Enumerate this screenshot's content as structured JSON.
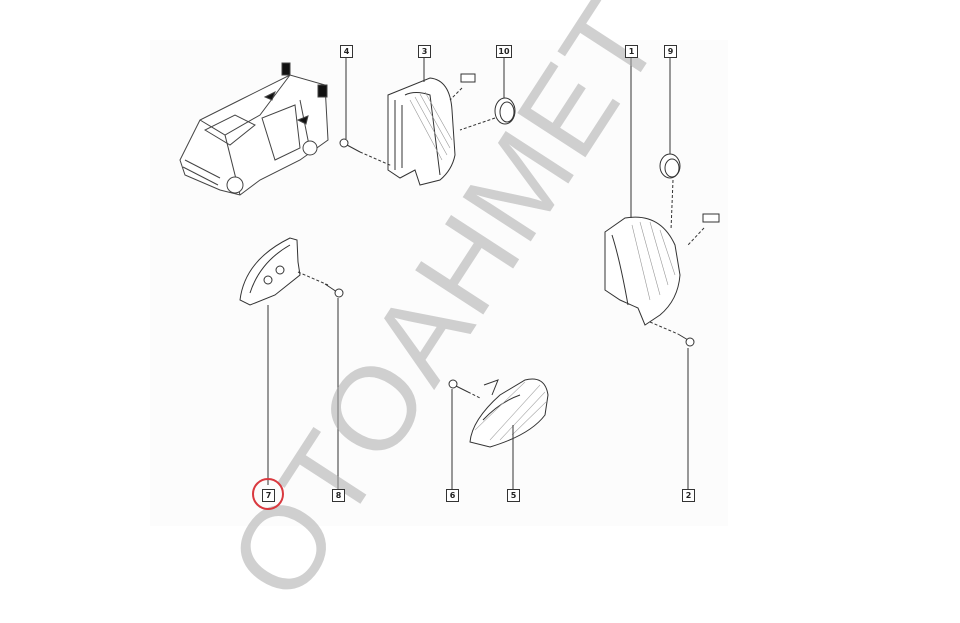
{
  "diagram": {
    "type": "exploded parts diagram",
    "subject": "van exterior lamps (side indicator / marker lamps)",
    "watermark": "OTOAHMET",
    "highlight_color": "#d9393f",
    "highlighted_callout": "7",
    "callouts": [
      {
        "id": "c4",
        "label": "4",
        "part": "screw"
      },
      {
        "id": "c3",
        "label": "3",
        "part": "lamp housing (left upper)"
      },
      {
        "id": "c10",
        "label": "10",
        "part": "cap / grommet"
      },
      {
        "id": "c1",
        "label": "1",
        "part": "lamp housing (right)"
      },
      {
        "id": "c9",
        "label": "9",
        "part": "cap / grommet"
      },
      {
        "id": "c7",
        "label": "7",
        "part": "lamp base / holder"
      },
      {
        "id": "c8",
        "label": "8",
        "part": "screw"
      },
      {
        "id": "c6",
        "label": "6",
        "part": "screw"
      },
      {
        "id": "c5",
        "label": "5",
        "part": "side indicator lens"
      },
      {
        "id": "c2",
        "label": "2",
        "part": "screw"
      }
    ]
  }
}
